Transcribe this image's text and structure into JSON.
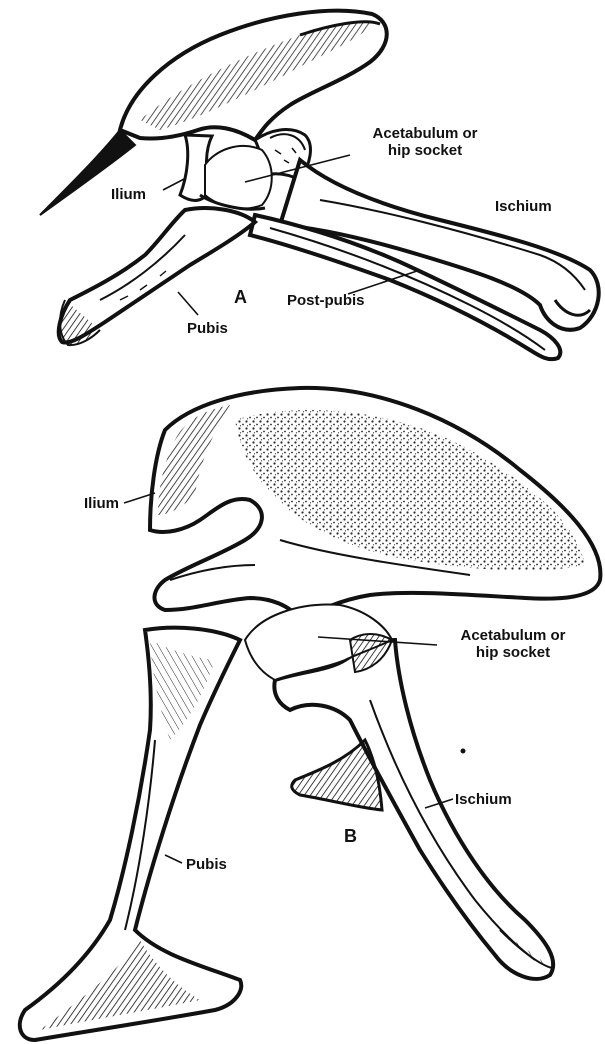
{
  "diagram_a": {
    "panel_letter": "A",
    "labels": {
      "acetabulum_line1": "Acetabulum or",
      "acetabulum_line2": "hip socket",
      "ilium": "Ilium",
      "ischium": "Ischium",
      "post_pubis": "Post-pubis",
      "pubis": "Pubis"
    }
  },
  "diagram_b": {
    "panel_letter": "B",
    "labels": {
      "ilium": "Ilium",
      "acetabulum_line1": "Acetabulum or",
      "acetabulum_line2": "hip socket",
      "ischium": "Ischium",
      "pubis": "Pubis"
    }
  },
  "colors": {
    "ink": "#111111",
    "paper": "#ffffff"
  }
}
